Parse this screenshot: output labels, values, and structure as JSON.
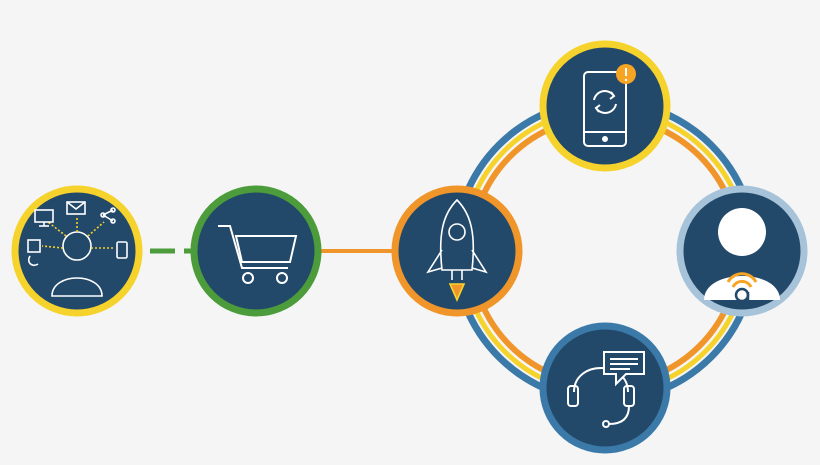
{
  "colors": {
    "background": "#f5f5f5",
    "node_fill": "#23496a",
    "line_white": "#ffffff",
    "yellow": "#f6d32c",
    "green": "#4c9c3b",
    "orange": "#f0952a",
    "blue_ring": "#3b7aa8",
    "light_blue_ring": "#a6c3d9",
    "amber_badge": "#f6a423"
  },
  "nodes": [
    {
      "id": "customer-channels",
      "icon": "person-with-channels-icon",
      "ring": "yellow"
    },
    {
      "id": "shopping-cart",
      "icon": "shopping-cart-icon",
      "ring": "green"
    },
    {
      "id": "launch",
      "icon": "rocket-icon",
      "ring": "orange"
    },
    {
      "id": "mobile-notification",
      "icon": "mobile-sync-alert-icon",
      "ring": "yellow"
    },
    {
      "id": "user-profile",
      "icon": "user-wifi-badge-icon",
      "ring": "light_blue"
    },
    {
      "id": "support",
      "icon": "headset-chat-icon",
      "ring": "blue"
    }
  ]
}
